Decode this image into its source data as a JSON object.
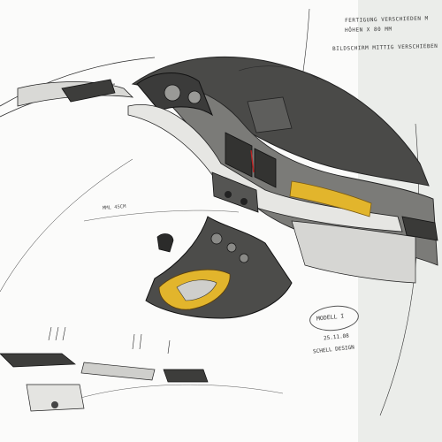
{
  "notes": {
    "line1": "FERTIGUNG VERSCHIEDEN M",
    "line2": "HÖHEN X 80 MM",
    "line3": "BILDSCHIRM MITTIG VERSCHIEBEN",
    "small": "MML 45CM"
  },
  "stamp": {
    "model": "MODELL I",
    "date": "25.11.08",
    "signature": "SCHELL DESIGN"
  },
  "colors": {
    "dash_dark": "#4a4a48",
    "dash_mid": "#7b7b78",
    "trim_light": "#d9d9d6",
    "accent_yellow": "#e2b52c",
    "panel": "#ebedea"
  }
}
